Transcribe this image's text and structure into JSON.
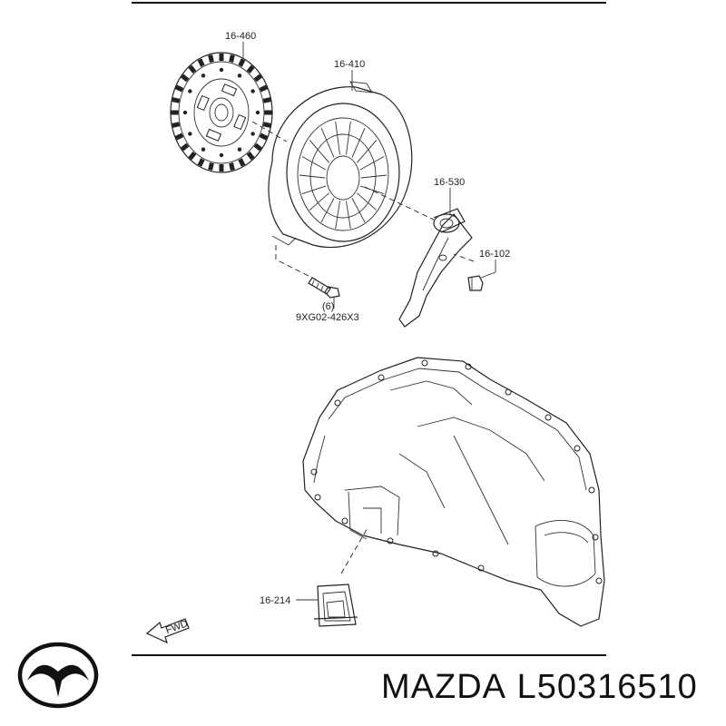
{
  "parts": {
    "disc": "16-460",
    "cover": "16-410",
    "bearing": "16-530",
    "bolt_small": "16-102",
    "bolt_code": "9XG02-426X3",
    "bolt_qty": "(6)",
    "boot": "16-214"
  },
  "fwd_arrow": "FWD",
  "footer": {
    "brand": "MAZDA",
    "part_number": "L50316510"
  },
  "logo_icon": "mazda-logo-icon"
}
